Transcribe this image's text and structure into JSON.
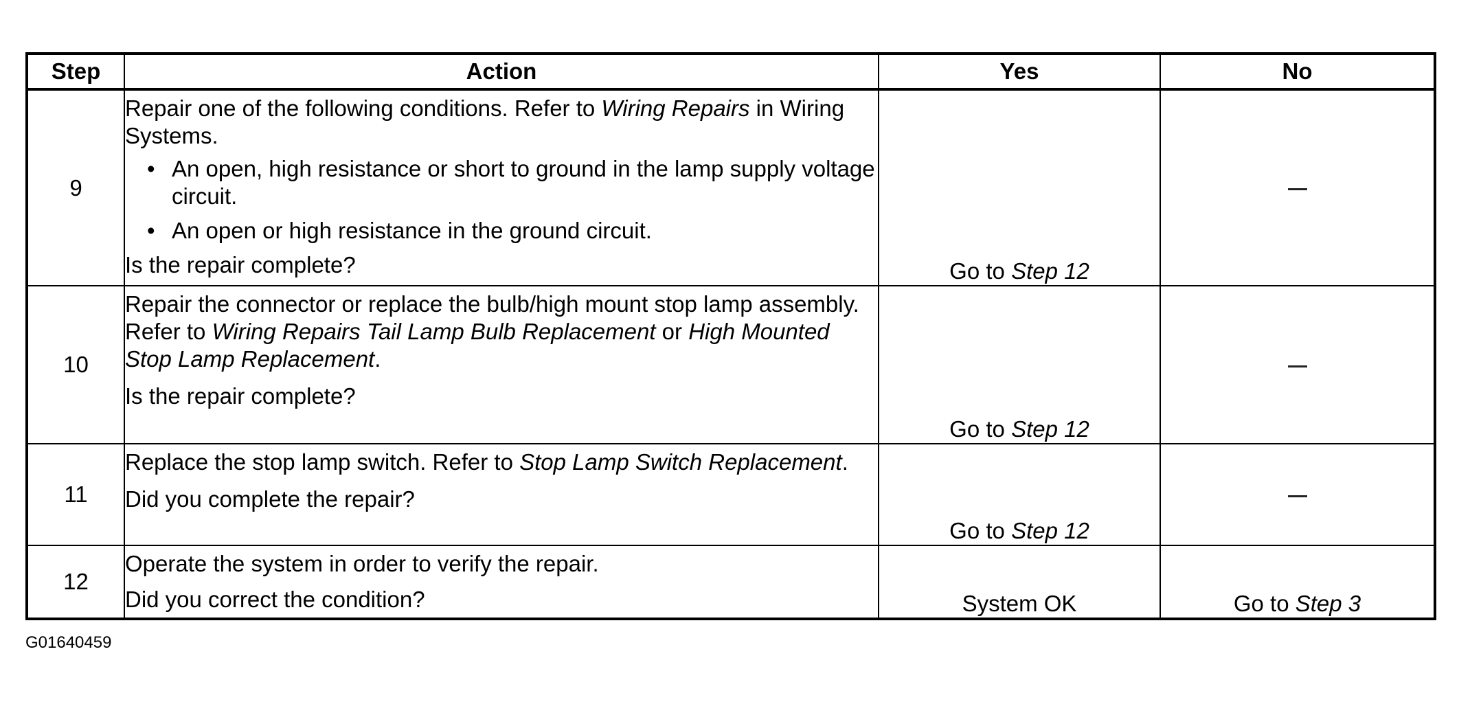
{
  "header": {
    "step": "Step",
    "action": "Action",
    "yes": "Yes",
    "no": "No"
  },
  "rows": [
    {
      "step": "9",
      "intro_a": "Repair one of the following conditions. Refer to ",
      "intro_b": "Wiring Repairs",
      "intro_c": " in Wiring Systems.",
      "bullet_char": "•",
      "bullets": [
        "An open, high resistance or short to ground in the lamp supply voltage circuit.",
        "An open or high resistance in the ground circuit."
      ],
      "question": "Is the repair complete?",
      "yes_prefix": "Go to ",
      "yes_link": "Step 12",
      "no": "—"
    },
    {
      "step": "10",
      "intro_a": "Repair the connector or replace the bulb/high mount stop lamp assembly. Refer to ",
      "intro_b": "Wiring Repairs Tail Lamp Bulb Replacement",
      "intro_c": " or ",
      "intro_d": "High Mounted Stop Lamp Replacement",
      "intro_e": ".",
      "question": "Is the repair complete?",
      "yes_prefix": "Go to ",
      "yes_link": "Step 12",
      "no": "—"
    },
    {
      "step": "11",
      "intro_a": "Replace the stop lamp switch. Refer to ",
      "intro_b": "Stop Lamp Switch Replacement",
      "intro_c": ".",
      "question": "Did you complete the repair?",
      "yes_prefix": "Go to ",
      "yes_link": "Step 12",
      "no": "—"
    },
    {
      "step": "12",
      "intro_a": "Operate the system in order to verify the repair.",
      "question": "Did you correct the condition?",
      "yes": "System OK",
      "no_prefix": "Go to ",
      "no_link": "Step 3"
    }
  ],
  "figure_id": "G01640459"
}
